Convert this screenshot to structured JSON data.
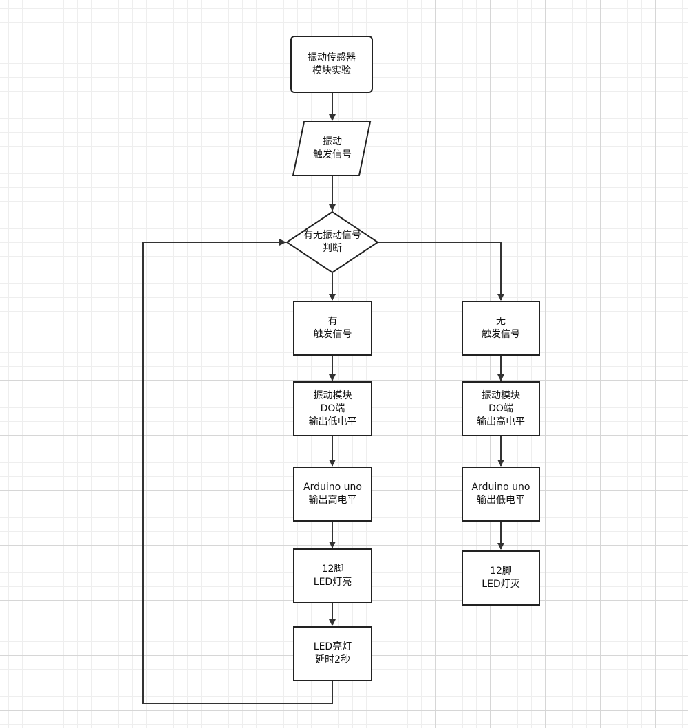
{
  "flowchart": {
    "start": "振动传感器\n模块实验",
    "input": "振动\n触发信号",
    "decision": "有无振动信号\n判断",
    "left": {
      "trigger": "有\n触发信号",
      "do_output": "振动模块\nDO端\n输出低电平",
      "arduino": "Arduino uno\n输出高电平",
      "pin": "12脚\nLED灯亮",
      "delay": "LED亮灯\n延时2秒"
    },
    "right": {
      "trigger": "无\n触发信号",
      "do_output": "振动模块\nDO端\n输出高电平",
      "arduino": "Arduino uno\n输出低电平",
      "pin": "12脚\nLED灯灭"
    }
  }
}
